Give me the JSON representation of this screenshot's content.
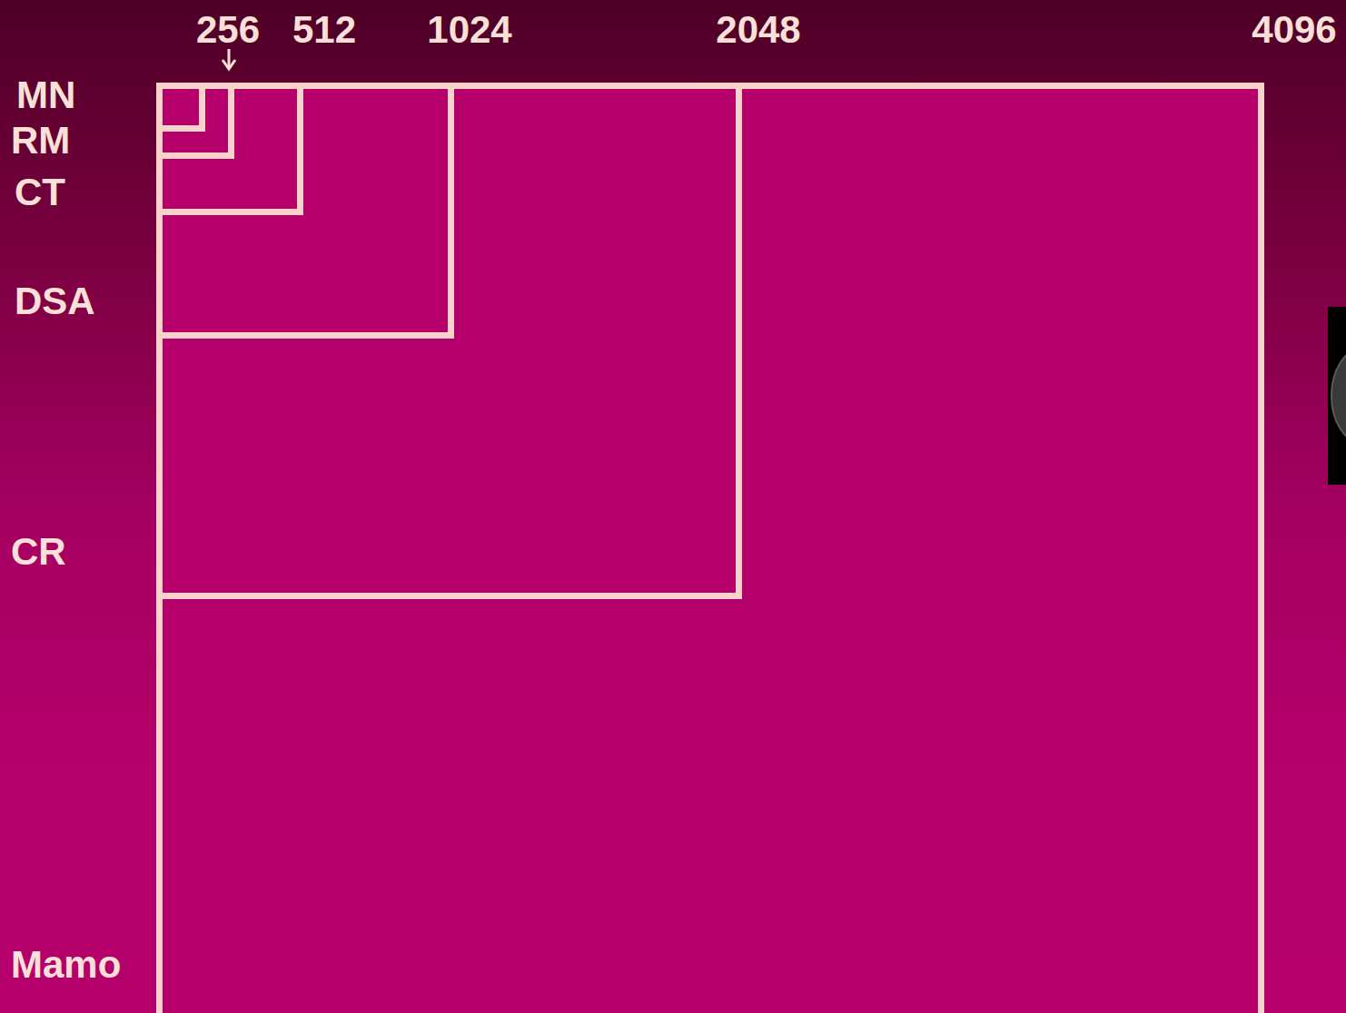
{
  "diagram": {
    "nodes": [
      {
        "text": [
          "Mamo",
          "4096"
        ]
      },
      {
        "text": [
          "CR",
          "2048"
        ],
        "in": 0
      },
      {
        "text": [
          "DSA",
          "1024"
        ],
        "in": 1
      },
      {
        "text": [
          "CT",
          "512"
        ],
        "in": 2
      },
      {
        "text": [
          "RM",
          "256"
        ],
        "in": 3
      },
      {
        "text": [
          "MN"
        ],
        "in": 4
      }
    ]
  }
}
